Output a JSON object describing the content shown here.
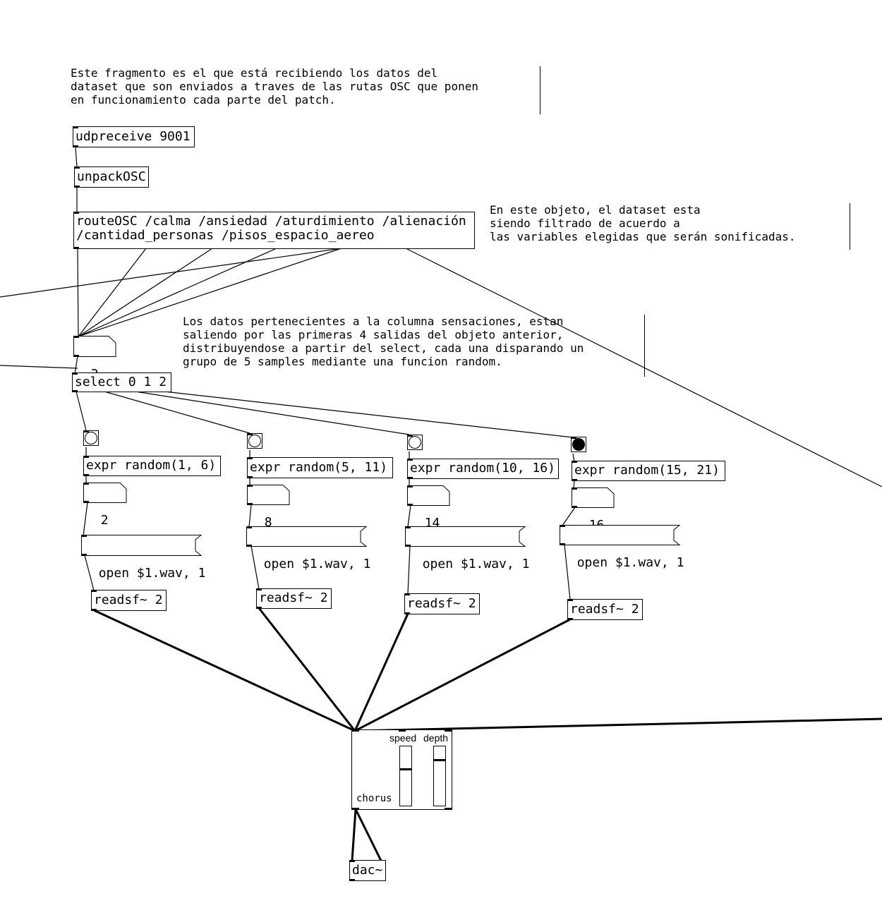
{
  "comments": {
    "intro": "Este fragmento es el que está recibiendo los datos del\ndataset que son enviados a traves de las rutas OSC que ponen\nen funcionamiento cada parte del patch.",
    "filter": "En este objeto, el dataset esta\nsiendo filtrado de acuerdo a\nlas variables elegidas que serán sonificadas.",
    "sensaciones": "Los datos pertenecientes a la columna sensaciones, estan\nsaliendo por las primeras 4 salidas del objeto anterior,\ndistribuyendose a partir del select, cada una disparando un\ngrupo de 5 samples mediante una funcion random."
  },
  "objects": {
    "udpreceive": "udpreceive 9001",
    "unpack": "unpackOSC",
    "route": "routeOSC /calma /ansiedad /aturdimiento /alienación\n/cantidad_personas /pisos_espacio_aereo",
    "select": "select 0 1 2",
    "dac": "dac~"
  },
  "select_number": "3",
  "branches": [
    {
      "expr": "expr random(1, 6)",
      "number": "2",
      "message": "open $1.wav, 1",
      "reader": "readsf~ 2",
      "bang_active": false
    },
    {
      "expr": "expr random(5, 11)",
      "number": "8",
      "message": "open $1.wav, 1",
      "reader": "readsf~ 2",
      "bang_active": false
    },
    {
      "expr": "expr random(10, 16)",
      "number": "14",
      "message": "open $1.wav, 1",
      "reader": "readsf~ 2",
      "bang_active": false
    },
    {
      "expr": "expr random(15, 21)",
      "number": "16",
      "message": "open $1.wav, 1",
      "reader": "readsf~ 2",
      "bang_active": true
    }
  ],
  "chorus": {
    "title": "chorus",
    "speed_label": "speed",
    "depth_label": "depth",
    "speed_level": 0.62,
    "depth_level": 0.78
  }
}
